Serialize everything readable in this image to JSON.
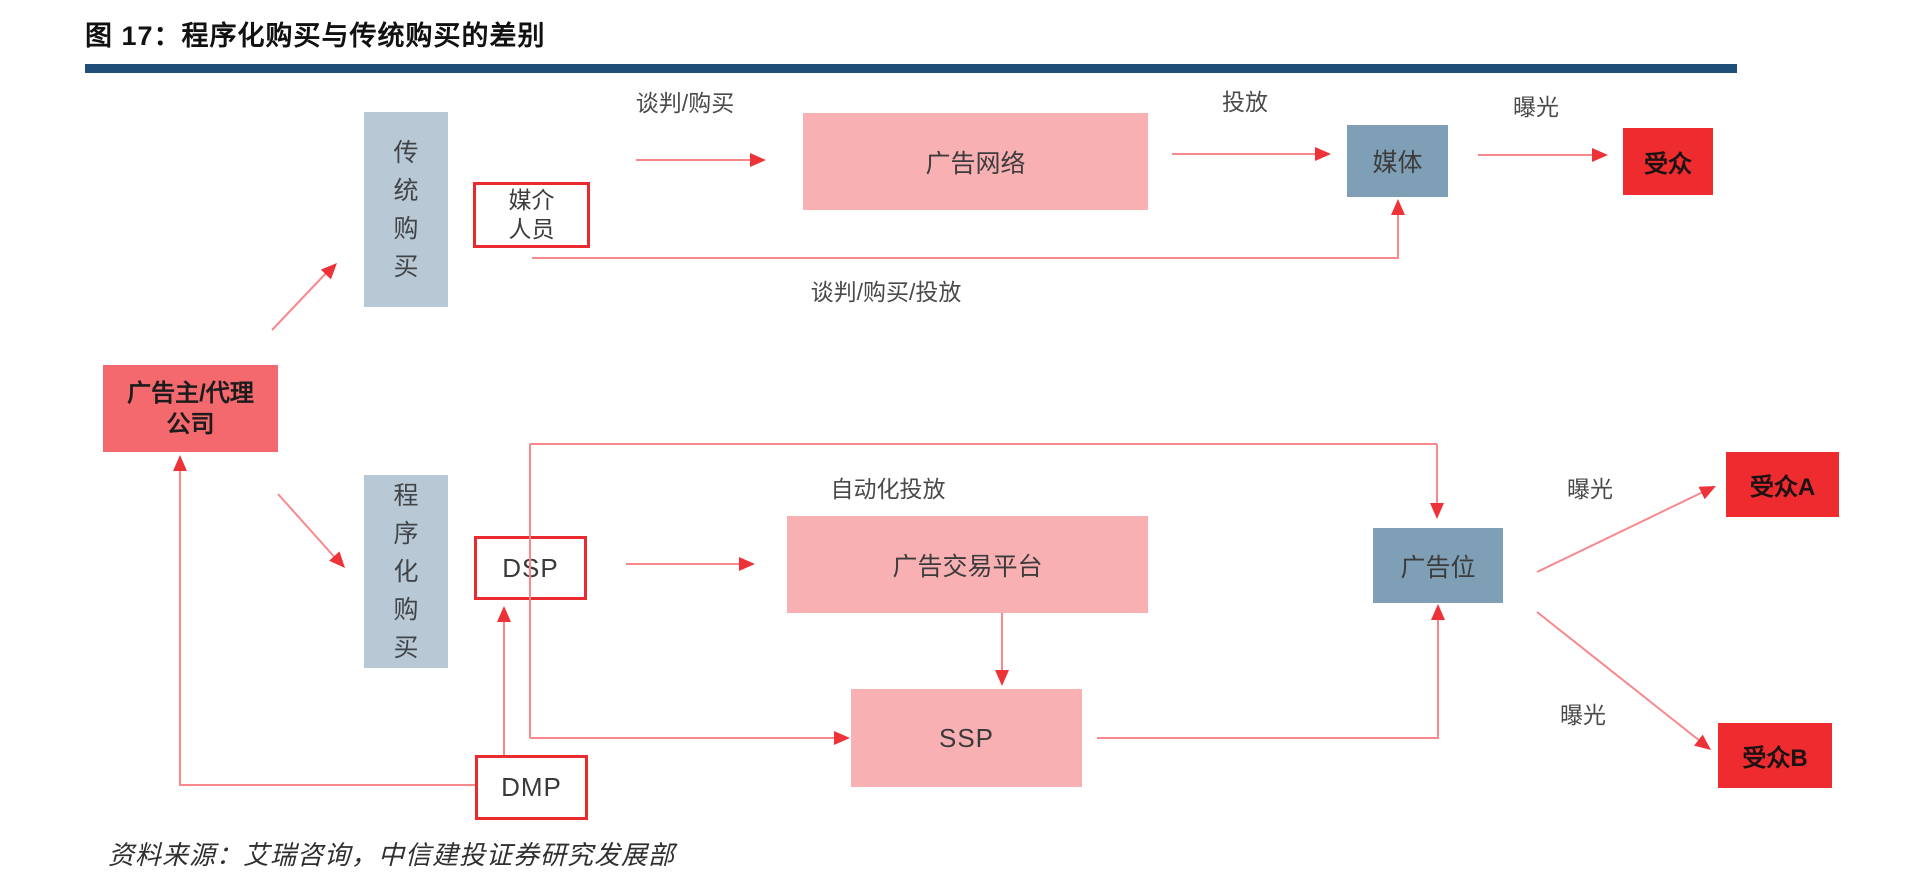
{
  "title": "图 17：程序化购买与传统购买的差别",
  "source_note": "资料来源：艾瑞咨询，中信建投证券研究发展部",
  "colors": {
    "title_rule": "#1f4e79",
    "box_lightblue": "#b8c9d5",
    "box_steelblue": "#7e9fb6",
    "box_pink": "#f9b0b3",
    "box_salmon": "#f4696e",
    "box_red": "#ee2b2e",
    "outline_red": "#e92a2f",
    "line_red": "#f8888b",
    "arrow_red": "#ee3338",
    "label_gray": "#4a4a4a"
  },
  "nodes": {
    "advertiser": "广告主/代理\n公司",
    "traditional_buying": "传统购买",
    "media_staff": "媒介\n人员",
    "ad_network": "广告网络",
    "media": "媒体",
    "audience": "受众",
    "programmatic_buying": "程序化购买",
    "dsp": "DSP",
    "ad_exchange": "广告交易平台",
    "ad_slot": "广告位",
    "ssp": "SSP",
    "dmp": "DMP",
    "audience_a": "受众A",
    "audience_b": "受众B"
  },
  "edge_labels": {
    "negotiate_buy": "谈判/购买",
    "deliver": "投放",
    "expose": "曝光",
    "negotiate_buy_deliver": "谈判/购买/投放",
    "auto_deliver": "自动化投放",
    "expose_a": "曝光",
    "expose_b": "曝光"
  }
}
